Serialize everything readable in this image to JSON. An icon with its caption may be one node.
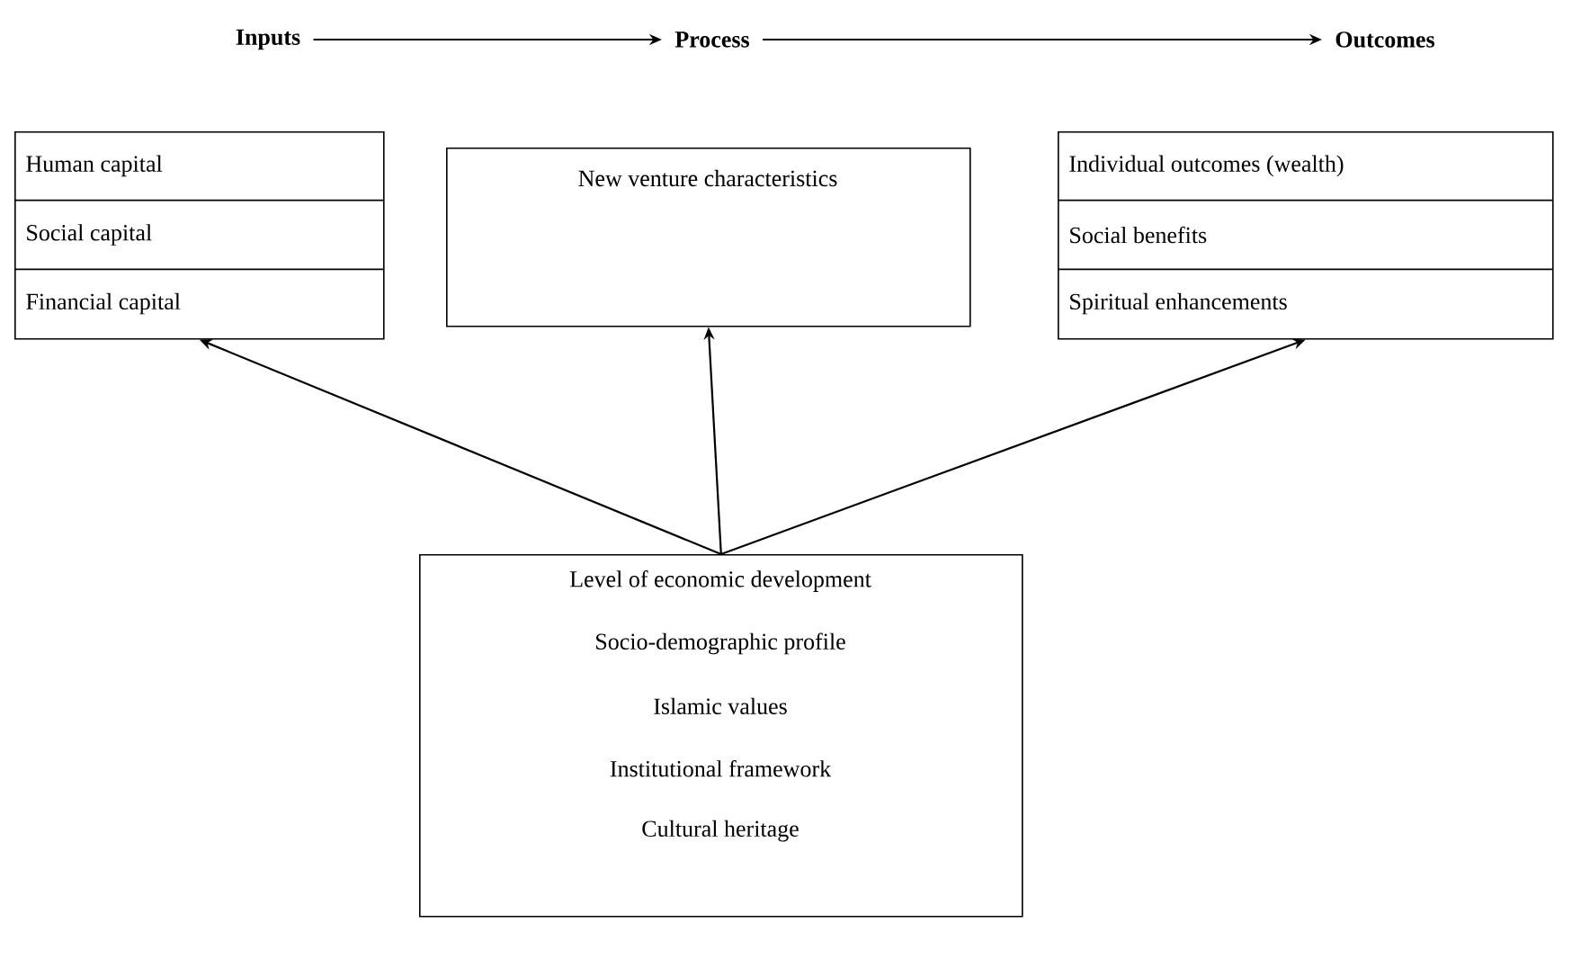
{
  "diagram": {
    "nodes": [
      {
        "text": [
          "Inputs"
        ]
      },
      {
        "text": [
          "Process"
        ]
      },
      {
        "text": [
          "Outcomes"
        ]
      },
      {
        "text": [
          "Human capital",
          "Social capital",
          "Financial capital"
        ]
      },
      {
        "text": [
          "New venture characteristics"
        ]
      },
      {
        "text": [
          "Individual outcomes (wealth)",
          "Social benefits",
          "Spiritual enhancements"
        ]
      },
      {
        "text": [
          "Level of economic development",
          "Socio-demographic profile",
          "Islamic values",
          "Institutional framework",
          "Cultural heritage"
        ]
      }
    ],
    "edges": [
      {
        "from": 0,
        "to": 1,
        "arrow": "to"
      },
      {
        "from": 1,
        "to": 2,
        "arrow": "to"
      },
      {
        "from": 6,
        "to": 3,
        "arrow": "to"
      },
      {
        "from": 6,
        "to": 4,
        "arrow": "to"
      },
      {
        "from": 6,
        "to": 5,
        "arrow": "to"
      }
    ]
  }
}
